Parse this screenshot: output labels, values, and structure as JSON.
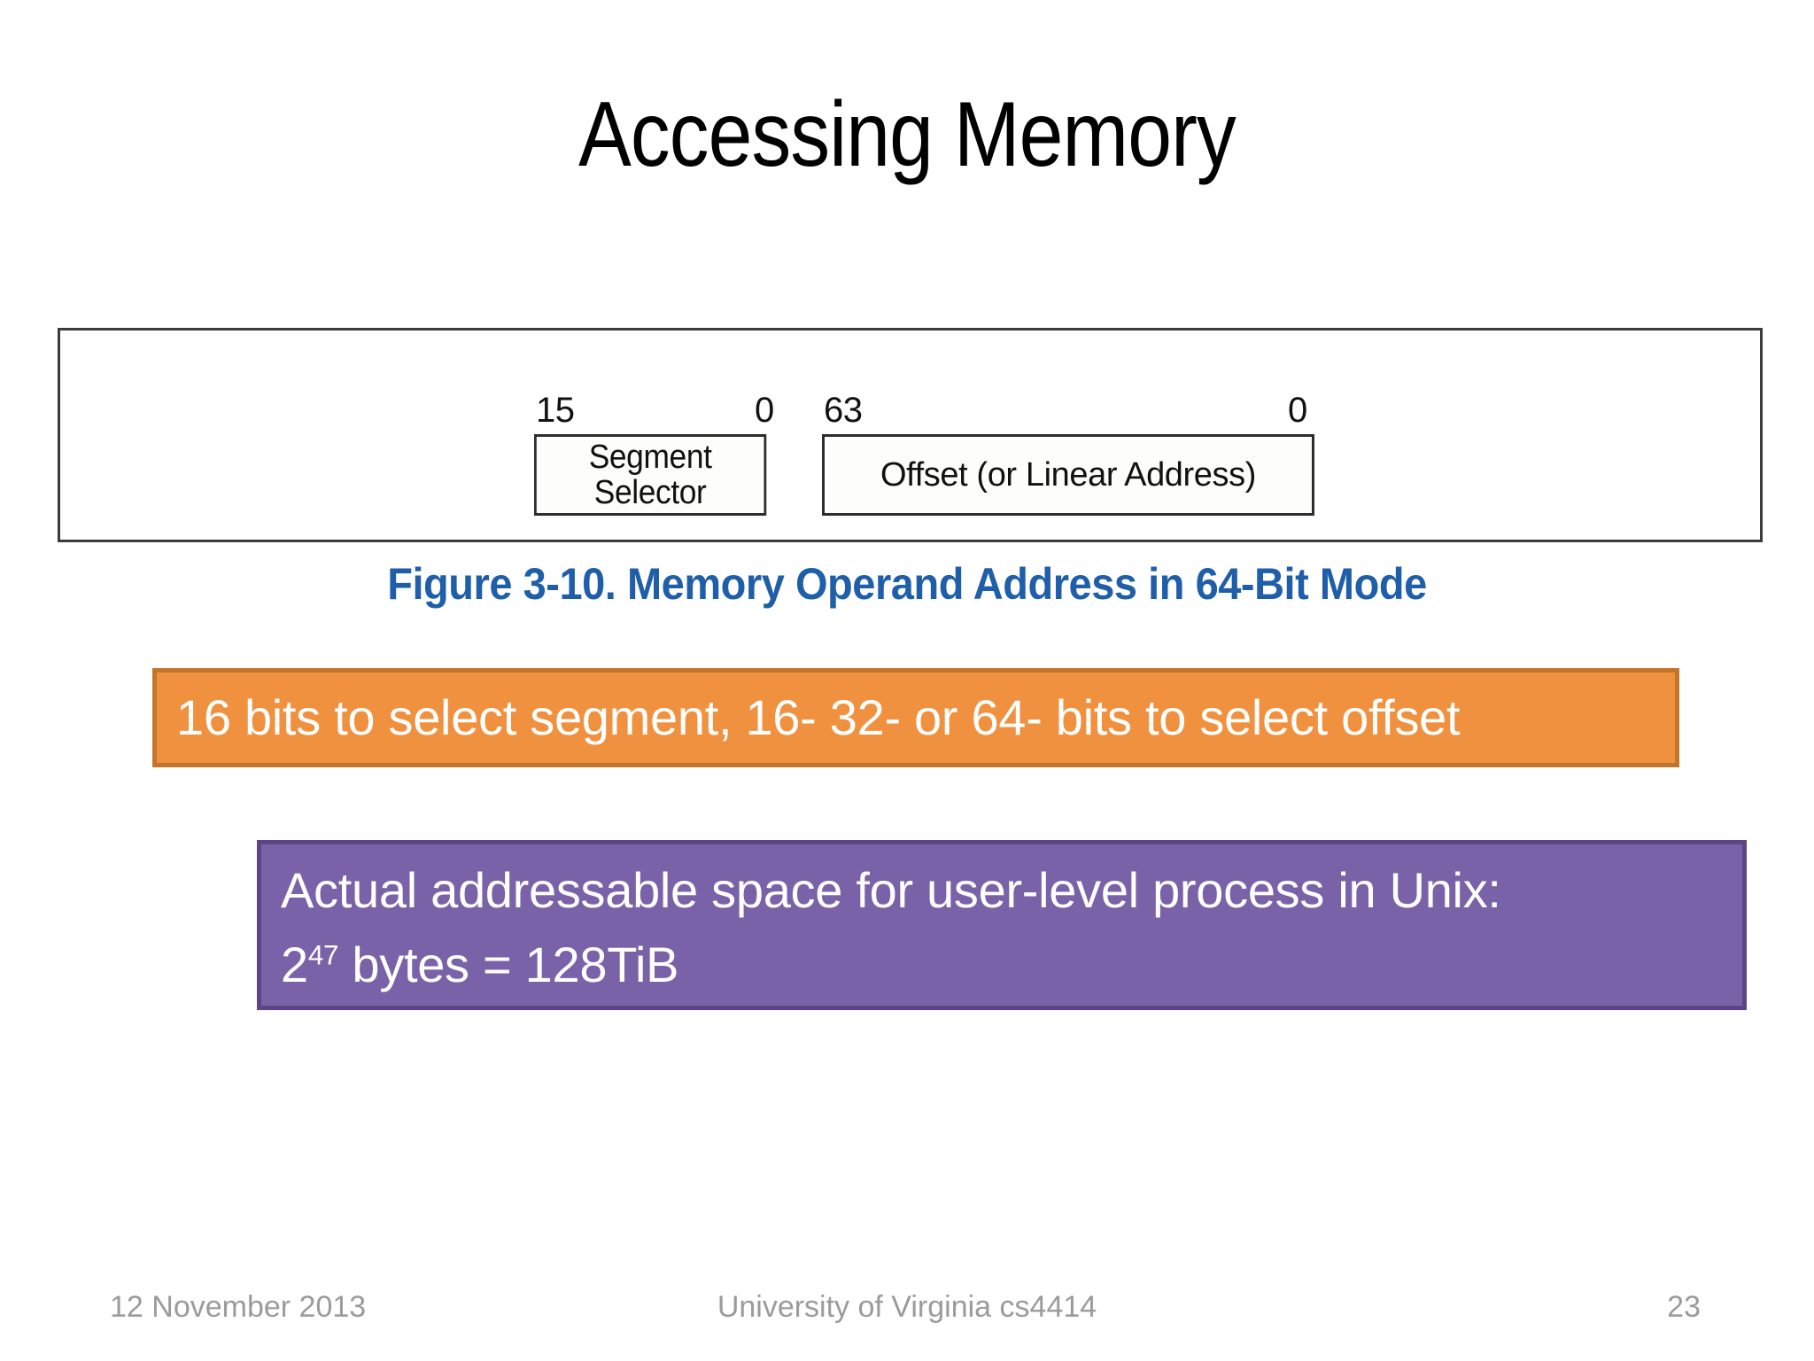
{
  "slide": {
    "title": "Accessing Memory",
    "page_number": "23"
  },
  "figure": {
    "caption": "Figure 3-10.  Memory Operand Address in 64-Bit Mode",
    "caption_color": "#1F5EA8",
    "fields": [
      {
        "name": "segment-selector",
        "label": "Segment\nSelector",
        "label_line1": "Segment",
        "label_line2": "Selector",
        "high_bit": "15",
        "low_bit": "0"
      },
      {
        "name": "offset",
        "label": "Offset (or Linear Address)",
        "high_bit": "63",
        "low_bit": "0"
      }
    ]
  },
  "callouts": {
    "orange": {
      "text": "16 bits to select segment, 16- 32- or 64- bits to select offset",
      "fill": "#F0913F",
      "border": "#C2762C",
      "text_color": "#FFFFFF"
    },
    "purple": {
      "line1": "Actual addressable space for user-level process in Unix:",
      "line2_base": "2",
      "line2_exponent": "47",
      "line2_rest": " bytes = 128TiB",
      "fill": "#7A62A8",
      "border": "#5D4585",
      "text_color": "#FFFFFF"
    }
  },
  "footer": {
    "date": "12 November 2013",
    "organization": "University of Virginia cs4414",
    "page": "23",
    "color": "#9B9B9B"
  }
}
